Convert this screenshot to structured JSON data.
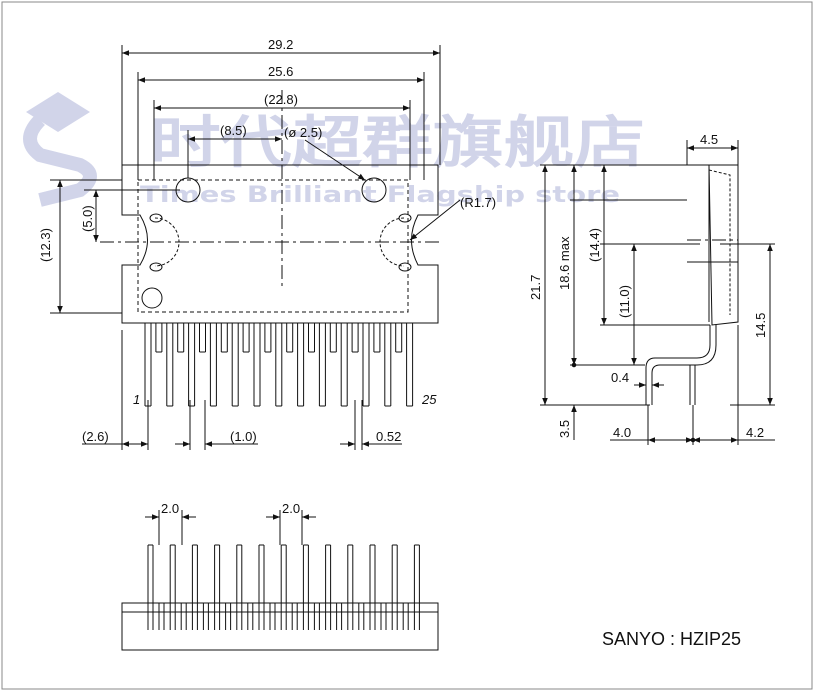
{
  "watermark": {
    "cn_text": "时代超群旗舰店",
    "en_text": "Times Brilliant Flagship store",
    "color": "#c9cde6"
  },
  "top_view": {
    "dim_overall_width": "29.2",
    "dim_body_width": "25.6",
    "dim_hole_span": "(22.8)",
    "dim_hole_offset": "(8.5)",
    "dim_hole_diameter": "(ø 2.5)",
    "dim_radius": "(R1.7)",
    "dim_hole_height": "(5.0)",
    "dim_body_height": "(12.3)",
    "pin_first": "1",
    "pin_last": "25",
    "dim_edge_offset": "(2.6)",
    "dim_pin_pitch": "(1.0)",
    "dim_pin_width": "0.52"
  },
  "side_view": {
    "dim_thickness": "4.5",
    "dim_total_height": "21.7",
    "dim_max_height": "18.6 max",
    "dim_hole_height": "(14.4)",
    "dim_lower": "(11.0)",
    "dim_lead_height": "14.5",
    "dim_lead_thickness": "0.4",
    "dim_lead_length": "3.5",
    "dim_offset_a": "4.0",
    "dim_offset_b": "4.2"
  },
  "bottom_view": {
    "dim_pitch_left": "2.0",
    "dim_pitch_right": "2.0"
  },
  "package_label": "SANYO : HZIP25",
  "colors": {
    "line": "#111111",
    "frame": "#888888"
  }
}
